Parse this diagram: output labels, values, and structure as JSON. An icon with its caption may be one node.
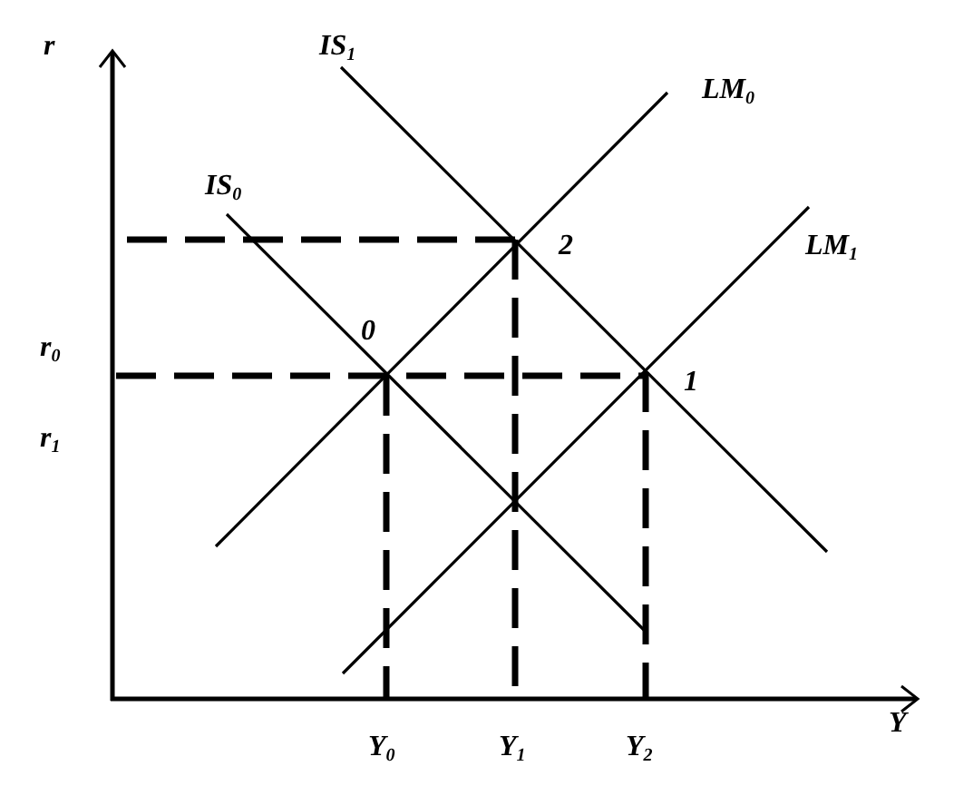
{
  "diagram": {
    "labels": [
      "r",
      "IS$_{1}$",
      "LM$_{0}$",
      "IS$_{0}$",
      "2",
      "LM$_{1}$",
      "r$_{0}$",
      "0",
      "1",
      "r$_{1}$",
      "Y$_{0}$",
      "Y$_{1}$",
      "Y$_{2}$",
      "Y"
    ]
  }
}
